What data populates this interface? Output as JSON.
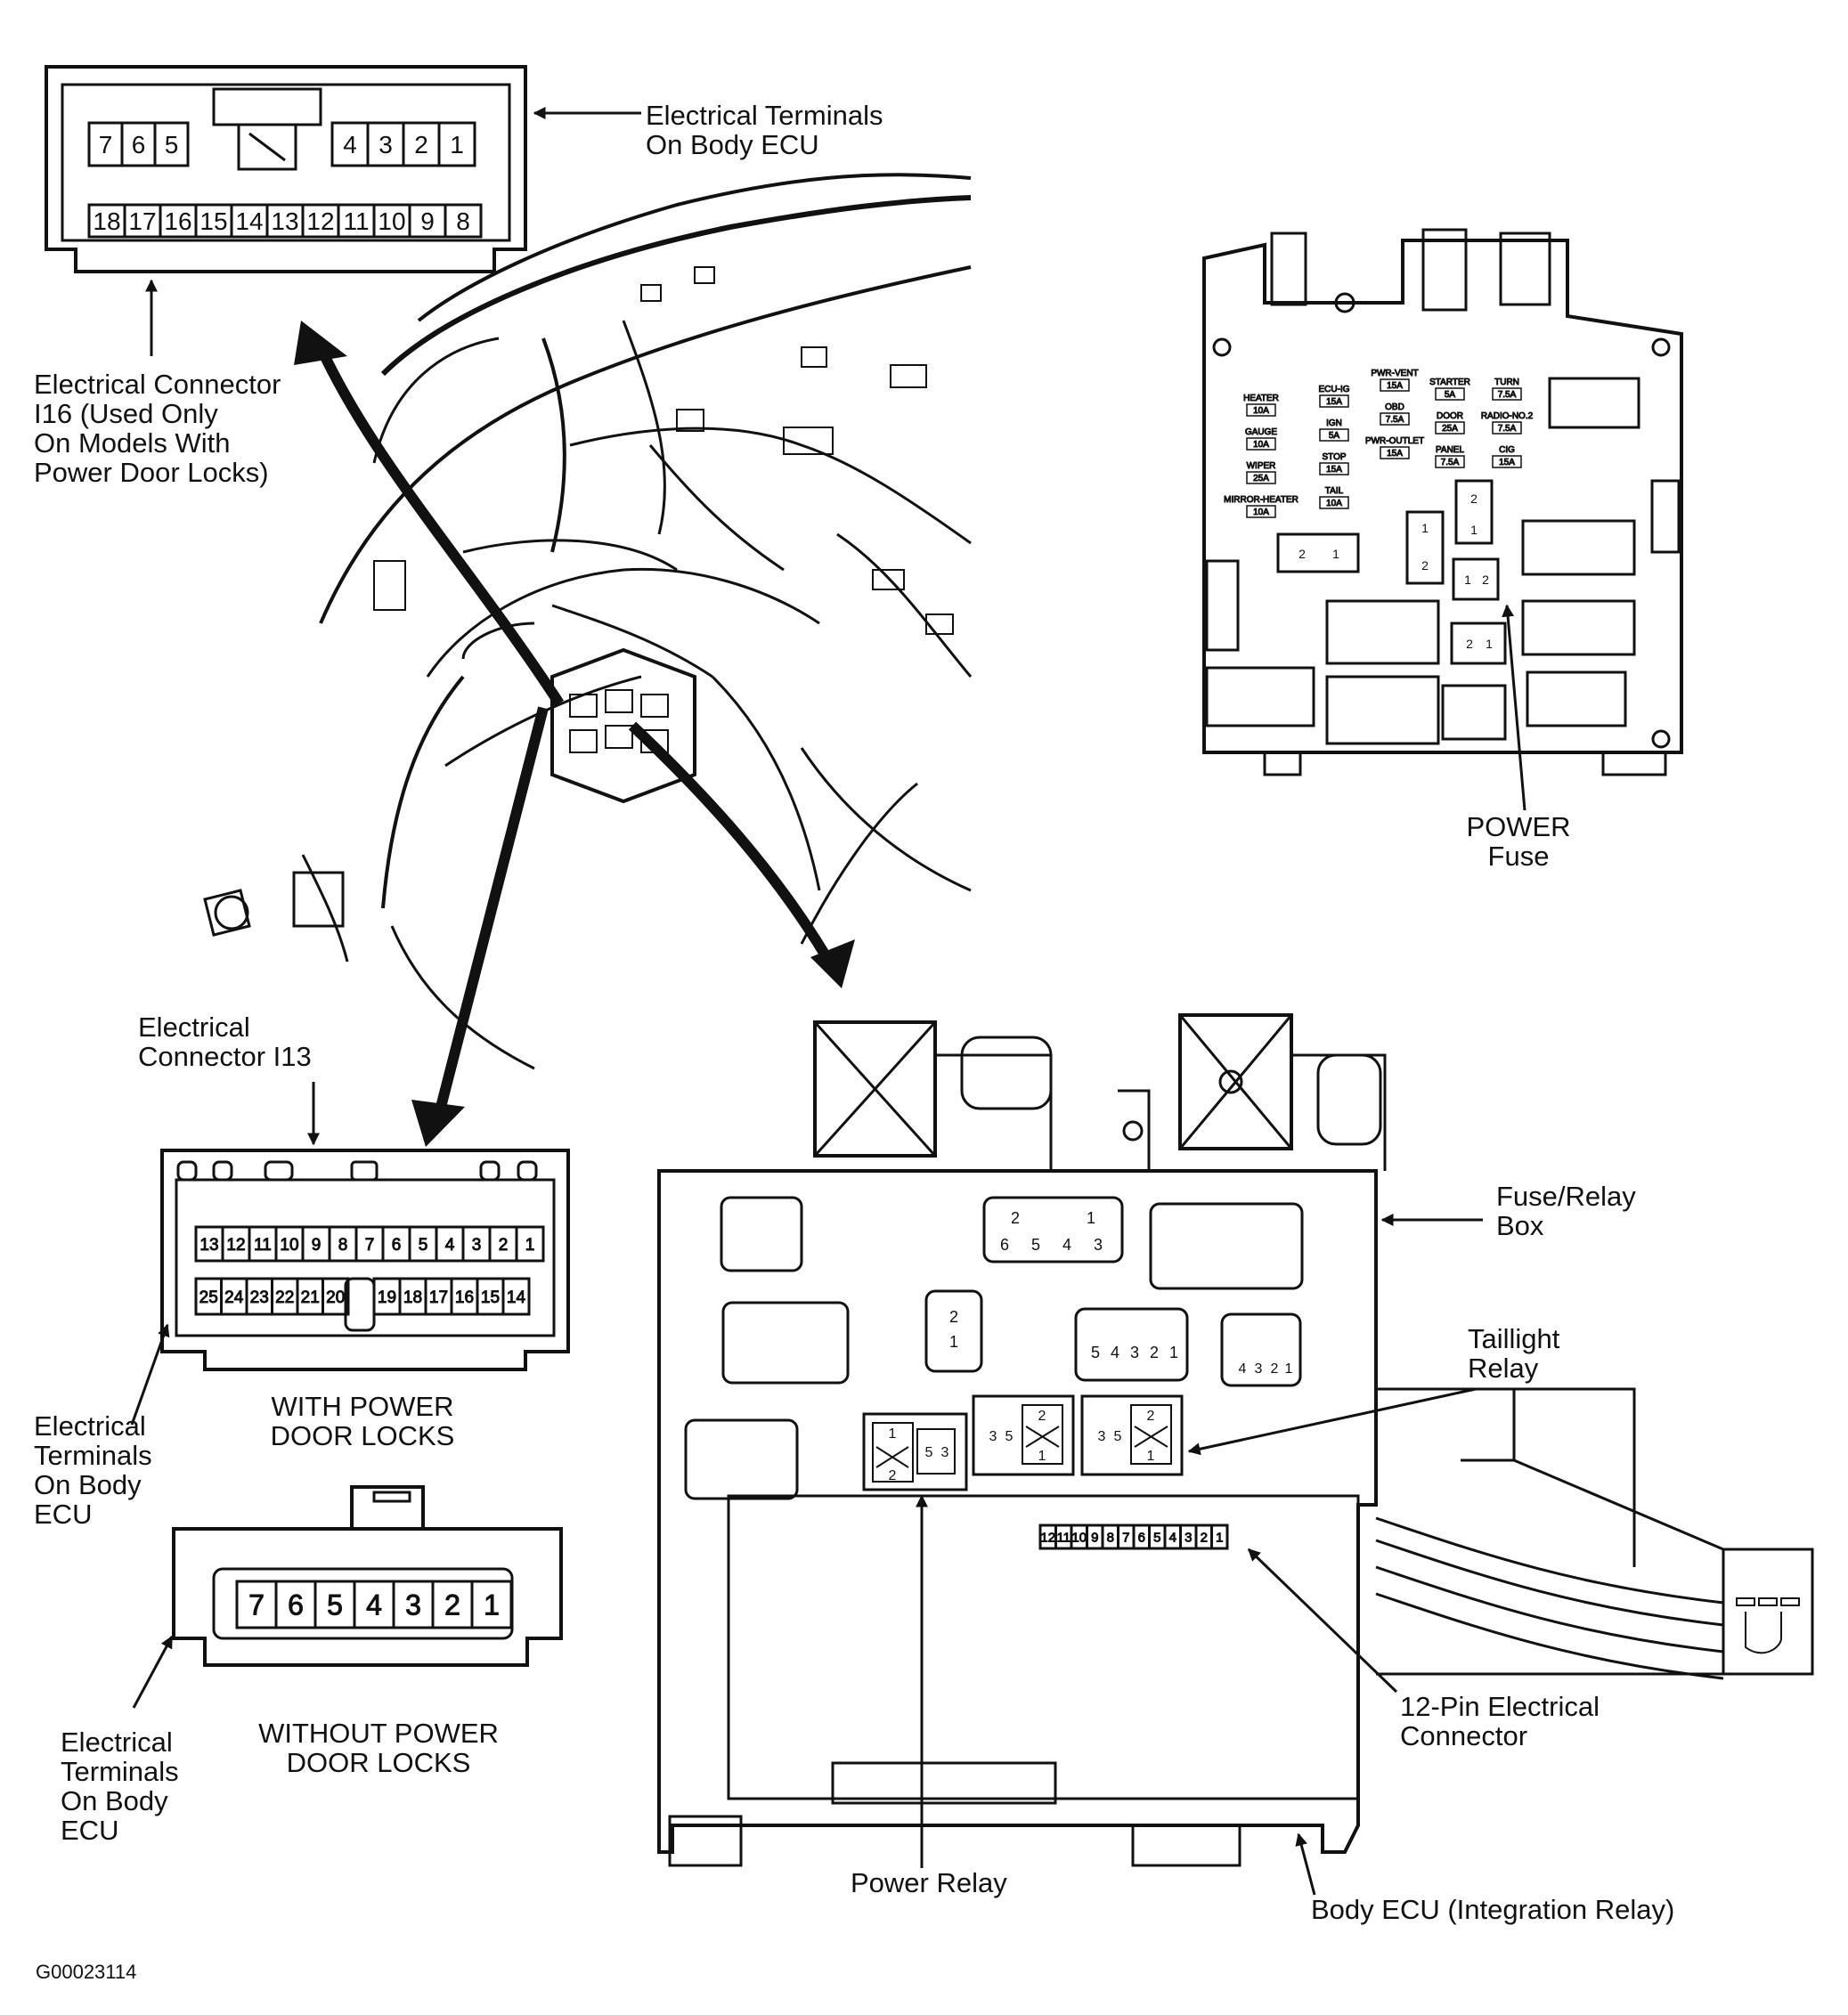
{
  "labels": {
    "terminals_top": [
      "Electrical Terminals",
      "On Body ECU"
    ],
    "connector_i16": [
      "Electrical Connector",
      "I16 (Used Only",
      "On Models With",
      "Power Door Locks)"
    ],
    "connector_i13": [
      "Electrical",
      "Connector I13"
    ],
    "with_power": [
      "WITH POWER",
      "DOOR LOCKS"
    ],
    "terminals_mid": [
      "Electrical",
      "Terminals",
      "On Body",
      "ECU"
    ],
    "without_power": [
      "WITHOUT POWER",
      "DOOR LOCKS"
    ],
    "terminals_bottom": [
      "Electrical",
      "Terminals",
      "On Body",
      "ECU"
    ],
    "power_fuse": [
      "POWER",
      "Fuse"
    ],
    "fuse_relay_box": [
      "Fuse/Relay",
      "Box"
    ],
    "taillight_relay": [
      "Taillight",
      "Relay"
    ],
    "twelve_pin": [
      "12-Pin Electrical",
      "Connector"
    ],
    "power_relay": "Power Relay",
    "body_ecu": "Body ECU (Integration Relay)",
    "figure_id": "G00023114"
  },
  "connector_i16": {
    "top_left": [
      "7",
      "6",
      "5"
    ],
    "top_right": [
      "4",
      "3",
      "2",
      "1"
    ],
    "bottom": [
      "18",
      "17",
      "16",
      "15",
      "14",
      "13",
      "12",
      "11",
      "10",
      "9",
      "8"
    ]
  },
  "connector_i13": {
    "top": [
      "13",
      "12",
      "11",
      "10",
      "9",
      "8",
      "7",
      "6",
      "5",
      "4",
      "3",
      "2",
      "1"
    ],
    "bottom_left": [
      "25",
      "24",
      "23",
      "22",
      "21",
      "20"
    ],
    "bottom_right": [
      "19",
      "18",
      "17",
      "16",
      "15",
      "14"
    ]
  },
  "connector_7pin": [
    "7",
    "6",
    "5",
    "4",
    "3",
    "2",
    "1"
  ],
  "twelve_pin_connector": [
    "12",
    "11",
    "10",
    "9",
    "8",
    "7",
    "6",
    "5",
    "4",
    "3",
    "2",
    "1"
  ],
  "fuses": [
    {
      "name": "HEATER",
      "rating": "10A"
    },
    {
      "name": "GAUGE",
      "rating": "10A"
    },
    {
      "name": "WIPER",
      "rating": "25A"
    },
    {
      "name": "MIRROR-HEATER",
      "rating": "10A"
    },
    {
      "name": "ECU-IG",
      "rating": "15A"
    },
    {
      "name": "IGN",
      "rating": "5A"
    },
    {
      "name": "STOP",
      "rating": "15A"
    },
    {
      "name": "TAIL",
      "rating": "10A"
    },
    {
      "name": "PWR-VENT",
      "rating": "15A"
    },
    {
      "name": "OBD",
      "rating": "7.5A"
    },
    {
      "name": "PWR-OUTLET",
      "rating": "15A"
    },
    {
      "name": "STARTER",
      "rating": "5A"
    },
    {
      "name": "DOOR",
      "rating": "25A"
    },
    {
      "name": "PANEL",
      "rating": "7.5A"
    },
    {
      "name": "TURN",
      "rating": "7.5A"
    },
    {
      "name": "RADIO-NO.2",
      "rating": "7.5A"
    },
    {
      "name": "CIG",
      "rating": "15A"
    }
  ]
}
